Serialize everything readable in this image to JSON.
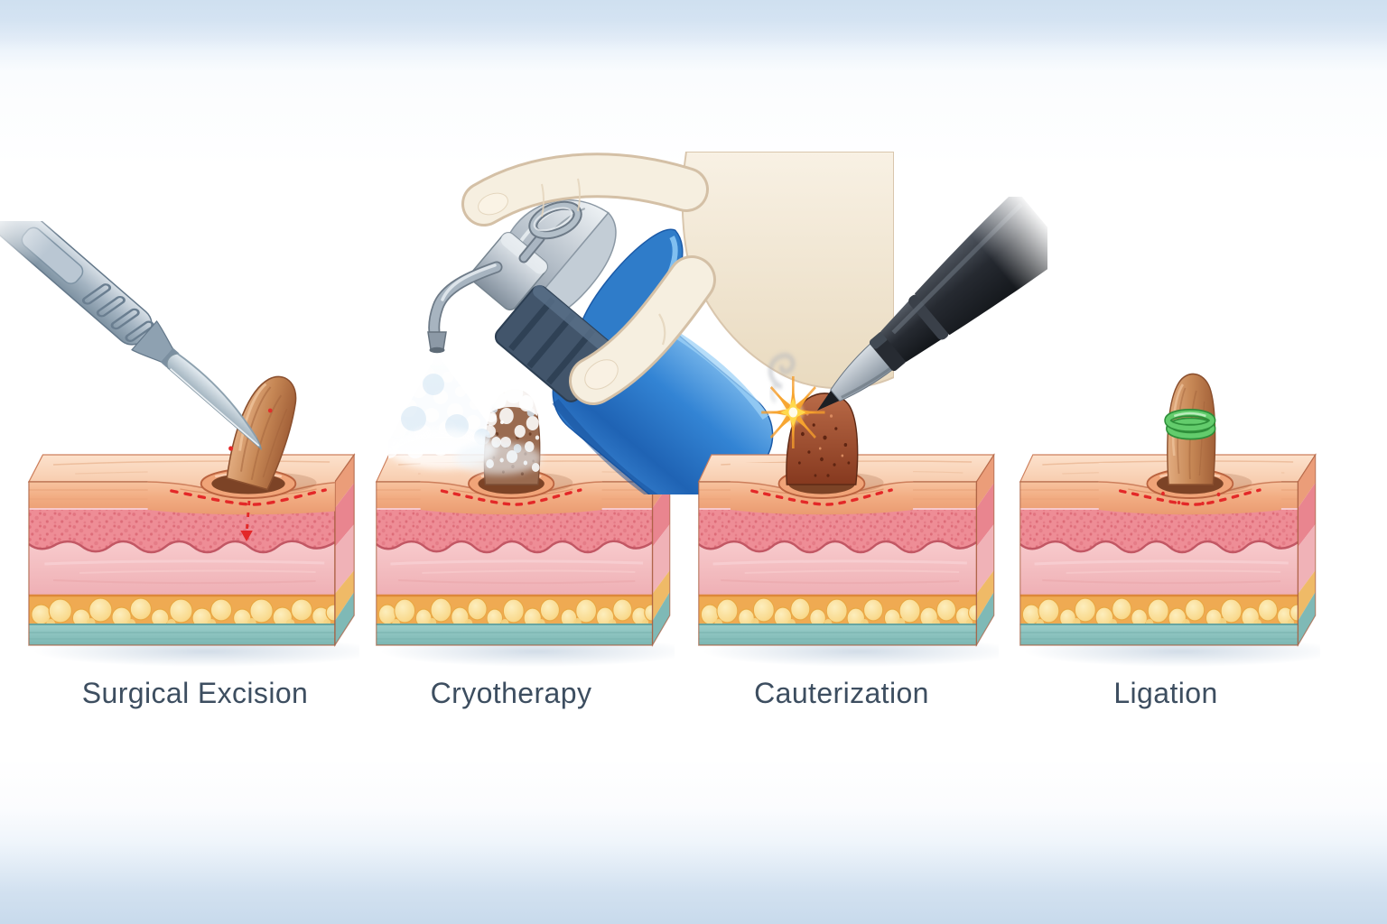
{
  "panels": [
    {
      "label": "Surgical Excision",
      "tool_icon": "scalpel-icon",
      "subject_icon": "skin-tag-icon"
    },
    {
      "label": "Cryotherapy",
      "tool_icon": "cryo-spray-canister-icon",
      "subject_icon": "frozen-skin-tag-icon"
    },
    {
      "label": "Cauterization",
      "tool_icon": "cautery-pen-icon",
      "subject_icon": "cauterized-skin-tag-icon"
    },
    {
      "label": "Ligation",
      "tool_icon": "ligation-band-icon",
      "subject_icon": "ligated-skin-tag-icon"
    }
  ],
  "palette": {
    "background_top": "#cfe0f0",
    "background_bottom": "#c8daec",
    "label_text": "#3d4e60",
    "skin_top_surface": "#f8cfb2",
    "epidermis": "#f2ad83",
    "papillary_dermis": "#ee8d96",
    "dermis": "#f4c3c6",
    "fat_layer": "#f9d98c",
    "subcutis_teal": "#8cc4c1",
    "skin_tag_tan": "#c68755",
    "cauterized_brown": "#a84f38",
    "frost_white": "#ffffff",
    "canister_blue": "#2f7cc9",
    "glove_cream": "#f6efe0",
    "pen_black": "#262a31",
    "spark_orange": "#f5a02c",
    "band_green": "#63cc6c",
    "incision_red": "#e32828",
    "steel_gray": "#9cadbc"
  }
}
